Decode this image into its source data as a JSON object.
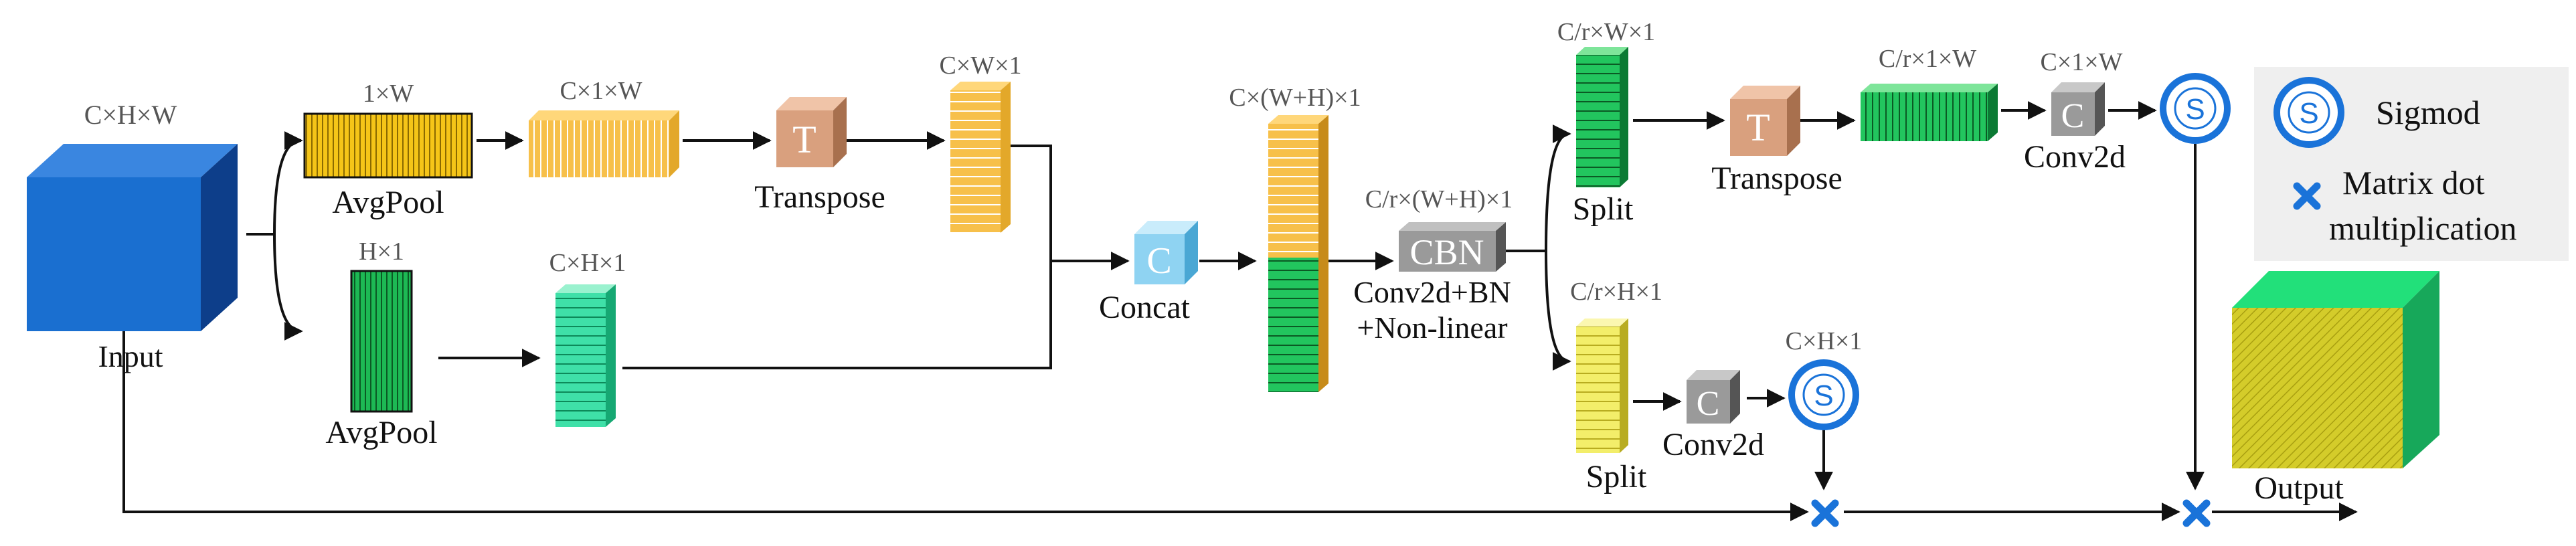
{
  "labels": {
    "input_dims": "C×H×W",
    "input": "Input",
    "pool_w_dims": "1×W",
    "pool_w": "AvgPool",
    "pool_h_dims": "H×1",
    "pool_h": "AvgPool",
    "cw1_dims": "C×1×W",
    "ch1_dims": "C×H×1",
    "transpose_top": "Transpose",
    "cwx1_dims": "C×W×1",
    "concat": "Concat",
    "cat_dims": "C×(W+H)×1",
    "cbn_dims": "C/r×(W+H)×1",
    "cbn_desc_1": "Conv2d+BN",
    "cbn_desc_2": "+Non-linear",
    "split_top_dims": "C/r×W×1",
    "split_top": "Split",
    "split_bot_dims": "C/r×H×1",
    "split_bot": "Split",
    "transpose_right": "Transpose",
    "crw_dims": "C/r×1×W",
    "conv_top_dims": "C×1×W",
    "conv_top": "Conv2d",
    "conv_bot_dims": "C×H×1",
    "conv_bot": "Conv2d",
    "output": "Output"
  },
  "blocks": {
    "transpose_letter": "T",
    "concat_letter": "C",
    "cbn_letter": "CBN",
    "conv_letter": "C",
    "sigmoid_letter": "S"
  },
  "legend": {
    "sigmoid_symbol": "S",
    "sigmoid_label": "Sigmod",
    "mult_label_1": "Matrix dot",
    "mult_label_2": "multiplication"
  },
  "colors": {
    "input_blue": "#1a6fd0",
    "pool_yellow": "#f5c518",
    "pool_green": "#1db954",
    "feature_orange": "#f7c04a",
    "feature_teal": "#3fe0a8",
    "transpose_brown": "#d9a07e",
    "concat_blue": "#8fd3f2",
    "conv_gray": "#9a9a9a",
    "sigmoid_blue": "#1a73d9",
    "mult_blue": "#1a73d9",
    "output_yellow": "#d4cc2a",
    "output_green": "#1fdf7a",
    "legend_bg": "#efefef"
  },
  "icons": {
    "sigmoid": "circle-s-icon",
    "multiply": "multiply-x-icon"
  }
}
